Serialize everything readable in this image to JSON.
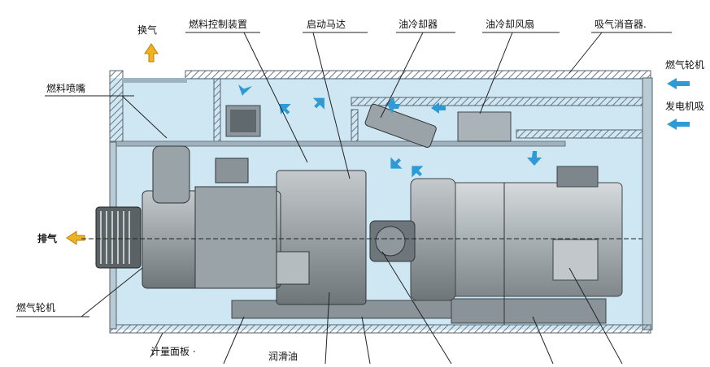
{
  "labels": {
    "ventilation": "换气",
    "fuel_control": "燃料控制装置",
    "starter_motor": "启动马达",
    "oil_cooler": "油冷却器",
    "oil_cooler_fan": "油冷却风扇",
    "intake_silencer": "吸气消音器.",
    "turbine_right": "燃气轮机",
    "generator_right": "发电机吸",
    "fuel_nozzle": "燃料喷嘴",
    "exhaust": "排气",
    "gas_turbine": "燃气轮机",
    "gauge_panel": "计量面板 ·",
    "lube_oil": "润滑油"
  },
  "colors": {
    "enclosure_fill": "#cfe7f3",
    "wall": "#7b8c97",
    "machine": "#9aa3a8",
    "machine_dark": "#4f5559",
    "arrow_blue": "#2e9ad6",
    "arrow_yellow": "#f0b21f"
  }
}
